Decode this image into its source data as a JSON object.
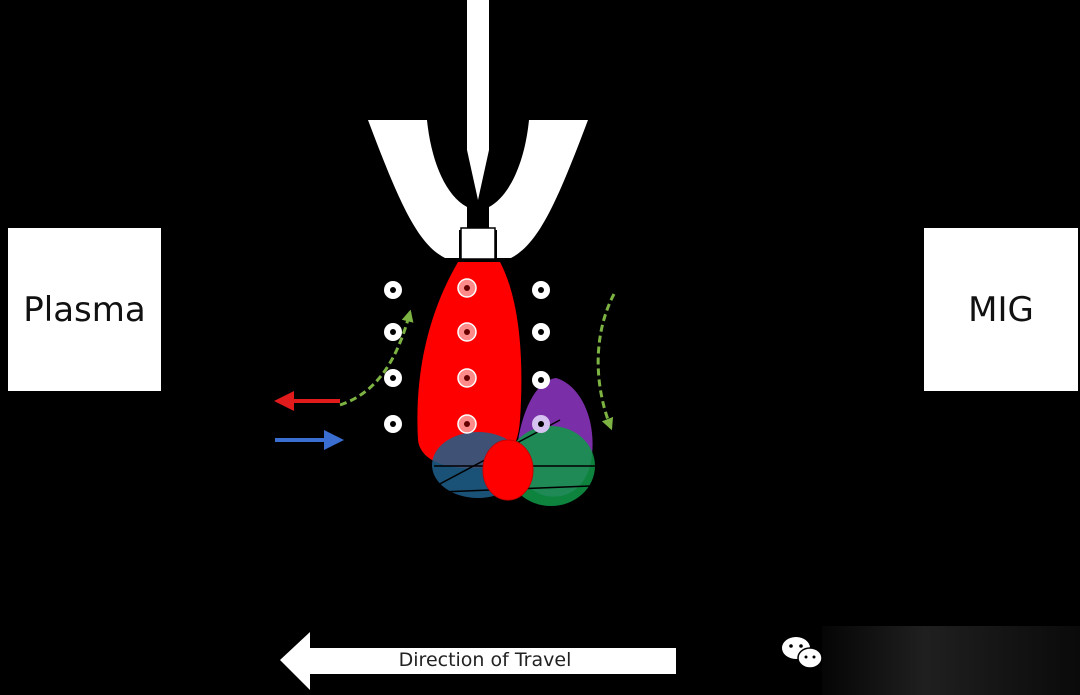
{
  "diagram": {
    "left_box_label": "Plasma",
    "right_box_label": "MIG",
    "travel_label": "Direction of Travel"
  },
  "colors": {
    "background": "#000000",
    "plasma_arc": "#ff0000",
    "mig_droplet": "#7a2fa8",
    "weld_pool_blue": "#1f5f8b",
    "weld_pool_green": "#0f9a48",
    "gas_flow": "#7cb342",
    "outflow_arrow": "#e11b1b",
    "inflow_arrow": "#3a6ed0"
  },
  "icons": {
    "watermark": "wechat-logo-icon"
  }
}
